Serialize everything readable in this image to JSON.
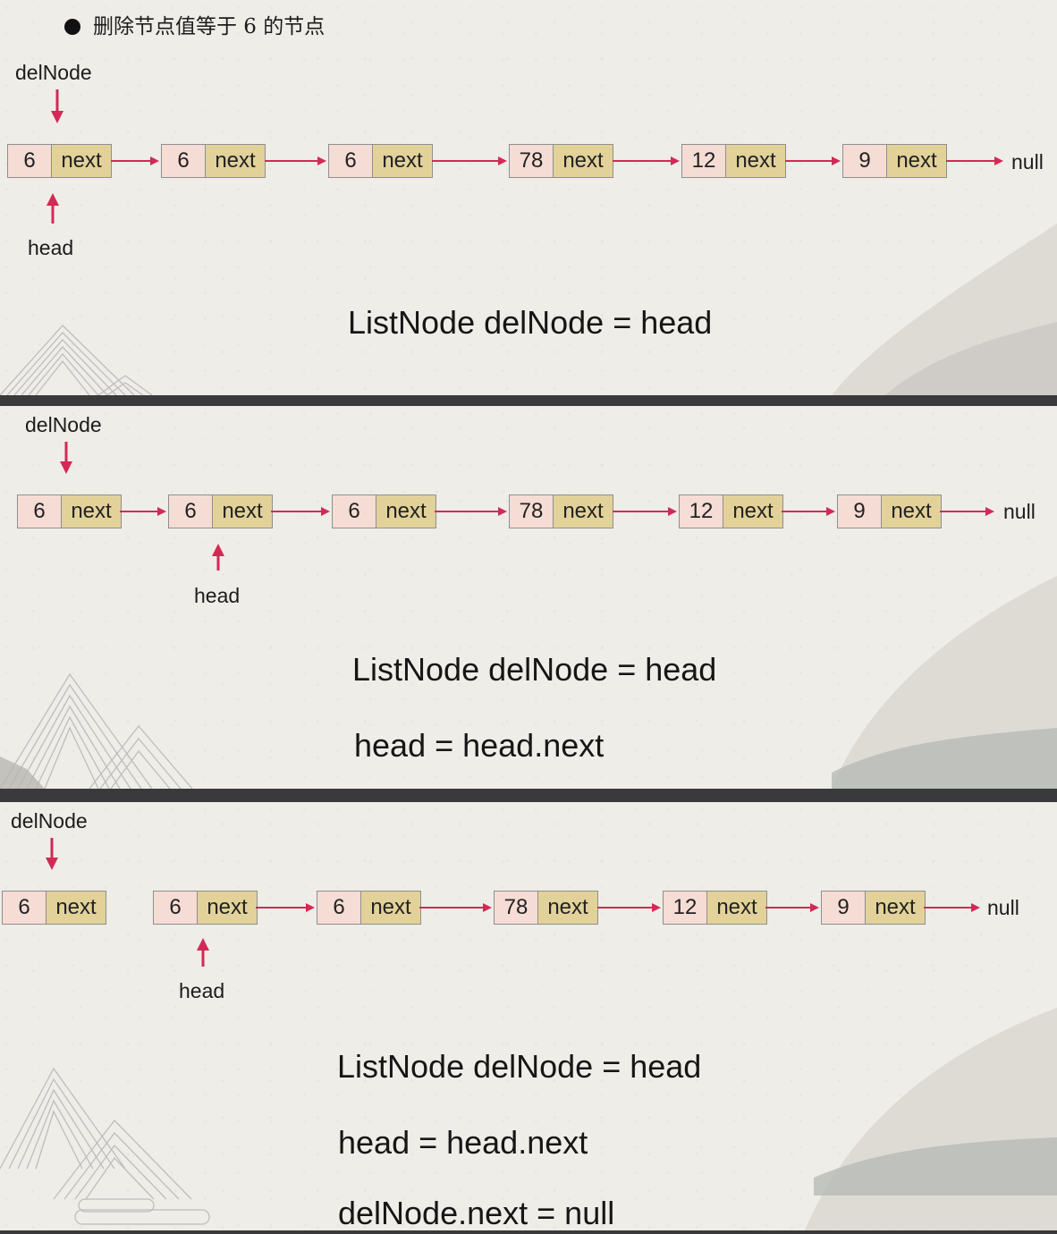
{
  "title": "删除节点值等于 6 的节点",
  "labels": {
    "del_node": "delNode",
    "head": "head",
    "null": "null"
  },
  "node_pointer_label": "next",
  "nodes": [
    "6",
    "6",
    "6",
    "78",
    "12",
    "9"
  ],
  "steps": [
    {
      "code": [
        "ListNode delNode = head"
      ]
    },
    {
      "code": [
        "ListNode delNode = head",
        "head = head.next"
      ]
    },
    {
      "code": [
        "ListNode delNode = head",
        "head = head.next",
        "delNode.next = null"
      ]
    }
  ],
  "colors": {
    "arrow": "#d22a55",
    "value_cell": "#f5dcd4",
    "next_cell": "#e2d29a",
    "background": "#efede8"
  }
}
